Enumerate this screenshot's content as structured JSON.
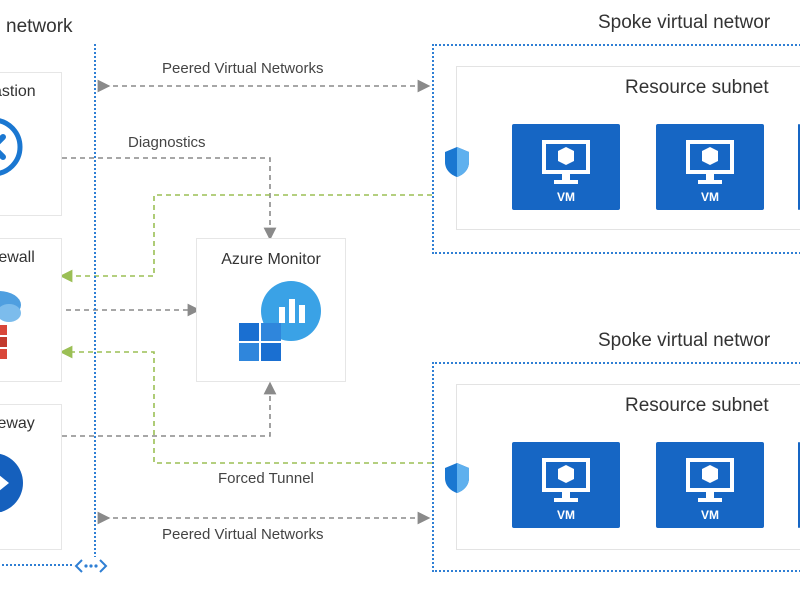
{
  "hub": {
    "title": "network"
  },
  "hub_services": {
    "bastion": "astion",
    "firewall": "rewall",
    "gateway": "teway"
  },
  "monitor": {
    "title": "Azure Monitor"
  },
  "connections": {
    "peered_top": "Peered Virtual Networks",
    "diagnostics": "Diagnostics",
    "forced_tunnel": "Forced Tunnel",
    "peered_bottom": "Peered Virtual Networks"
  },
  "spokes": [
    {
      "title": "Spoke virtual networ",
      "subnet": "Resource subnet",
      "vms": [
        "VM",
        "VM"
      ]
    },
    {
      "title": "Spoke virtual networ",
      "subnet": "Resource subnet",
      "vms": [
        "VM",
        "VM"
      ]
    }
  ],
  "colors": {
    "dotted_border": "#2f7fd4",
    "vm_fill": "#1666c4",
    "gray_arrow": "#8a8a8a",
    "green_arrow": "#9bbf55"
  }
}
